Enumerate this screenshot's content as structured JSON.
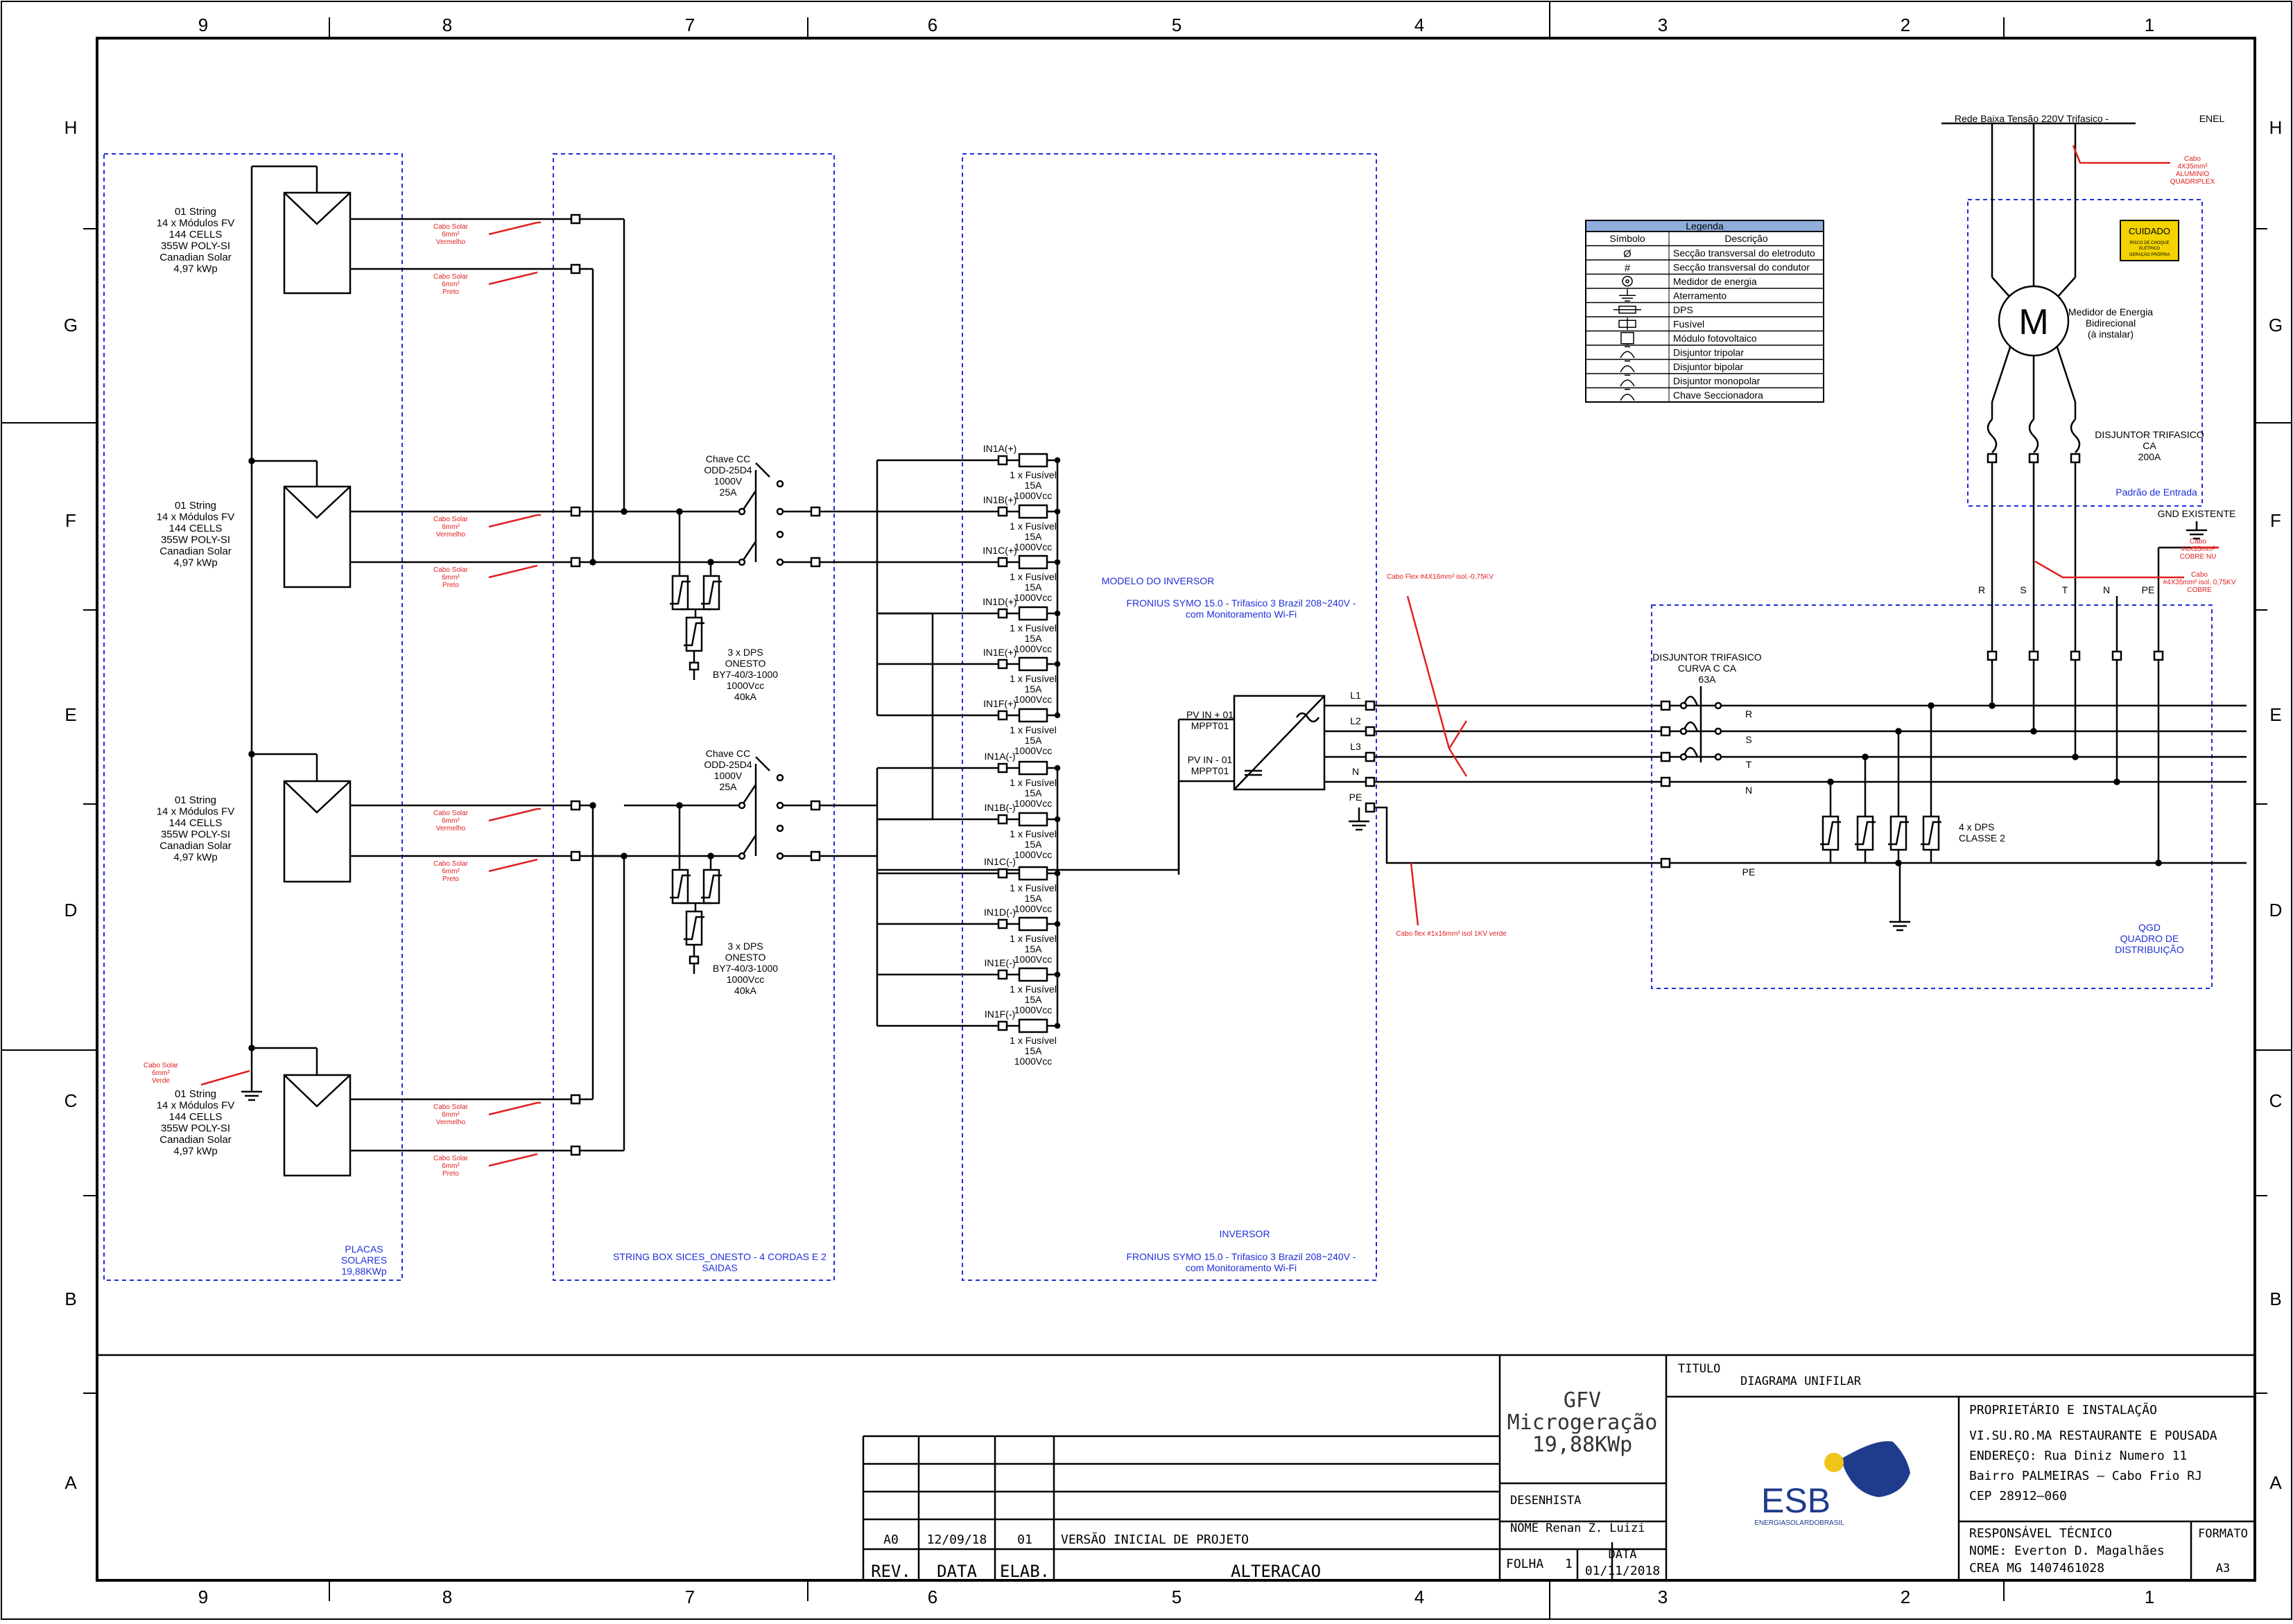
{
  "grid": {
    "columns": [
      "9",
      "8",
      "7",
      "6",
      "5",
      "4",
      "3",
      "2",
      "1"
    ],
    "rows": [
      "H",
      "G",
      "F",
      "E",
      "D",
      "C",
      "B",
      "A"
    ]
  },
  "panels": {
    "solar": {
      "label_lines": [
        "PLACAS",
        "SOLARES",
        "19,88KWp"
      ]
    },
    "stringbox": {
      "label_lines": [
        "STRING BOX SICES_ONESTO - 4 CORDAS E 2",
        "SAIDAS"
      ]
    },
    "inverter": {
      "model_title": "MODELO DO INVERSOR",
      "model_lines": [
        "FRONIUS SYMO 15.0 - Trifasico 3 Brazil 208~240V -",
        "com Monitoramento Wi-Fi"
      ],
      "footer_title": "INVERSOR",
      "footer_lines": [
        "FRONIUS SYMO 15.0 - Trifasico 3 Brazil 208~240V -",
        "com Monitoramento Wi-Fi"
      ],
      "pv_in_1": [
        "PV IN + 01",
        "MPPT01"
      ],
      "pv_in_2": [
        "PV IN - 01",
        "MPPT01"
      ],
      "outputs": [
        "L1",
        "L2",
        "L3",
        "N",
        "PE"
      ]
    },
    "qgd": {
      "label_lines": [
        "QGD",
        "QUADRO DE",
        "DISTRIBUIÇÃO"
      ]
    },
    "entrada": {
      "label": "Padrão de Entrada"
    }
  },
  "strings": [
    {
      "lines": [
        "01 String",
        "14 x Módulos FV",
        "144 CELLS",
        "355W POLY-SI",
        "Canadian Solar",
        "4,97 kWp"
      ]
    },
    {
      "lines": [
        "01 String",
        "14 x Módulos FV",
        "144 CELLS",
        "355W POLY-SI",
        "Canadian Solar",
        "4,97 kWp"
      ]
    },
    {
      "lines": [
        "01 String",
        "14 x Módulos FV",
        "144 CELLS",
        "355W POLY-SI",
        "Canadian Solar",
        "4,97 kWp"
      ]
    },
    {
      "lines": [
        "01 String",
        "14 x Módulos FV",
        "144 CELLS",
        "355W POLY-SI",
        "Canadian Solar",
        "4,97 kWp"
      ]
    }
  ],
  "cable_notes": {
    "red": [
      "Cabo Solar",
      "6mm²",
      "Vermelho"
    ],
    "black": [
      "Cabo Solar",
      "6mm²",
      "Preto"
    ],
    "green": [
      "Cabo Solar",
      "6mm²",
      "Verde"
    ],
    "flex": "Cabo Flex #4X16mm² isol.-0,75KV",
    "flex_ground": "Cabo flex #1x16mm² isol 1KV  verde",
    "alum": [
      "Cabo",
      "4X35mm²",
      "ALUMINIO",
      "QUADRIPLEX"
    ],
    "cobre_nu": [
      "Cabo",
      "#4X35mm²",
      "COBRE NU"
    ],
    "cobre": [
      "Cabo",
      "#4X35mm² isol. 0,75KV",
      "COBRE"
    ]
  },
  "chave_cc": {
    "lines": [
      "Chave CC",
      "ODD-25D4",
      "1000V",
      "25A"
    ]
  },
  "dps_cc": {
    "lines": [
      "3 x DPS",
      "ONESTO",
      "BY7-40/3-1000",
      "1000Vcc",
      "40kA"
    ]
  },
  "fuses": {
    "ids": [
      "IN1A(+)",
      "IN1B(+)",
      "IN1C(+)",
      "IN1D(+)",
      "IN1E(+)",
      "IN1F(+)",
      "IN1A(-)",
      "IN1B(-)",
      "IN1C(-)",
      "IN1D(-)",
      "IN1E(-)",
      "IN1F(-)"
    ],
    "spec": [
      "1 x Fusível",
      "15A",
      "1000Vcc"
    ]
  },
  "qgd_items": {
    "breaker": [
      "DISJUNTOR TRIFASICO",
      "CURVA C CA",
      "63A"
    ],
    "phases": [
      "R",
      "S",
      "T",
      "N"
    ],
    "pe": "PE",
    "dps": [
      "4 x DPS",
      "CLASSE 2"
    ]
  },
  "entrada_items": {
    "rede": "Rede Baixa Tensão 220V Trifasico -",
    "enel": "ENEL",
    "meter_symbol": "M",
    "meter_label": [
      "Medidor de Energia",
      "Bidirecional",
      "(à instalar)"
    ],
    "breaker": [
      "DISJUNTOR TRIFASICO",
      "CA",
      "200A"
    ],
    "gnd": "GND EXISTENTE",
    "bus_labels": [
      "R",
      "S",
      "T",
      "N",
      "PE"
    ],
    "warning": [
      "CUIDADO",
      "RISCO DE CHOQUE",
      "ELÉTRICO",
      "GERAÇÃO PRÓPRIA"
    ]
  },
  "legend": {
    "title": "Legenda",
    "col_symbol": "Símbolo",
    "col_desc": "Descrição",
    "rows": [
      {
        "symbol": "Ø",
        "desc": "Secção transversal do eletroduto"
      },
      {
        "symbol": "#",
        "desc": "Secção transversal do condutor"
      },
      {
        "symbol": "circle-icon",
        "desc": "Medidor de energia"
      },
      {
        "symbol": "ground-icon",
        "desc": "Aterramento"
      },
      {
        "symbol": "dps-icon",
        "desc": "DPS"
      },
      {
        "symbol": "fuse-icon",
        "desc": "Fusível"
      },
      {
        "symbol": "module-icon",
        "desc": "Módulo fotovoltaico"
      },
      {
        "symbol": "breaker3-icon",
        "desc": "Disjuntor tripolar"
      },
      {
        "symbol": "breaker2-icon",
        "desc": "Disjuntor bipolar"
      },
      {
        "symbol": "breaker1-icon",
        "desc": "Disjuntor monopolar"
      },
      {
        "symbol": "switch-icon",
        "desc": "Chave Seccionadora"
      }
    ]
  },
  "title_block": {
    "project_lines": [
      "GFV",
      "Microgeração",
      "19,88KWp"
    ],
    "titulo_label": "TITULO",
    "titulo_value": "DIAGRAMA  UNIFILAR",
    "desenhista_label": "DESENHISTA",
    "nome_desenhista": "NOME  Renan  Z.  Luizi",
    "folha_label": "FOLHA",
    "folha_value": "1",
    "data_label": "DATA",
    "data_value": "01/11/2018",
    "logo_text": "ESB",
    "logo_sub": "ENERGIASOLARDOBRASIL",
    "owner_title": "PROPRIETÁRIO  E  INSTALAÇÃO",
    "owner_lines": [
      "VI.SU.RO.MA  RESTAURANTE  E  POUSADA",
      "ENDEREÇO:  Rua  Diniz  Numero  11",
      "Bairro  PALMEIRAS  –  Cabo  Frio  RJ",
      "CEP  28912–060"
    ],
    "resp_title": "RESPONSÁVEL  TÉCNICO",
    "resp_nome": "NOME:  Everton  D.  Magalhães",
    "resp_crea": "CREA    MG  1407461028",
    "formato_label": "FORMATO",
    "formato_value": "A3",
    "rev_row": {
      "rev": "A0",
      "data": "12/09/18",
      "elab": "01",
      "alteracao": "VERSÃO  INICIAL  DE  PROJETO"
    },
    "rev_headers": {
      "rev": "REV.",
      "data": "DATA",
      "elab": "ELAB.",
      "alteracao": "ALTERACAO"
    }
  }
}
